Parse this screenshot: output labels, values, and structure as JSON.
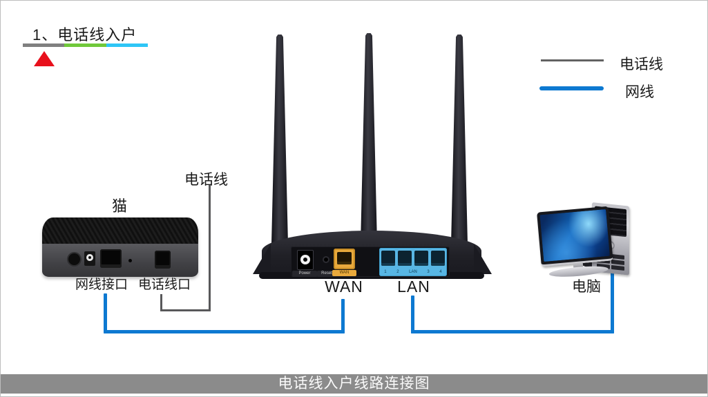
{
  "step": {
    "title": "1、电话线入户"
  },
  "progress": {
    "segment_colors": [
      "#7f7f7f",
      "#70c93a",
      "#2ec6f6"
    ],
    "marker_color": "#e8101c"
  },
  "legend": {
    "items": [
      {
        "name": "phone-line",
        "label": "电话线",
        "color": "#626262"
      },
      {
        "name": "network-cable",
        "label": "网线",
        "color": "#0d79d1"
      }
    ]
  },
  "modem": {
    "label": "猫",
    "port_labels": {
      "net": "网线接口",
      "phone": "电话线口"
    }
  },
  "cables": {
    "phone_label": "电话线"
  },
  "router": {
    "wan_big": "WAN",
    "lan_big": "LAN",
    "panel": {
      "power": "Power",
      "reset": "Reset",
      "wan": "WAN",
      "lan_ports": [
        "1",
        "2",
        "LAN",
        "3",
        "4"
      ]
    },
    "wan_color": "#e9a93c",
    "lan_color": "#58b6e4"
  },
  "computer": {
    "label": "电脑"
  },
  "footer": {
    "title": "电话线入户线路连接图",
    "bar_color": "#8b8b8b"
  }
}
